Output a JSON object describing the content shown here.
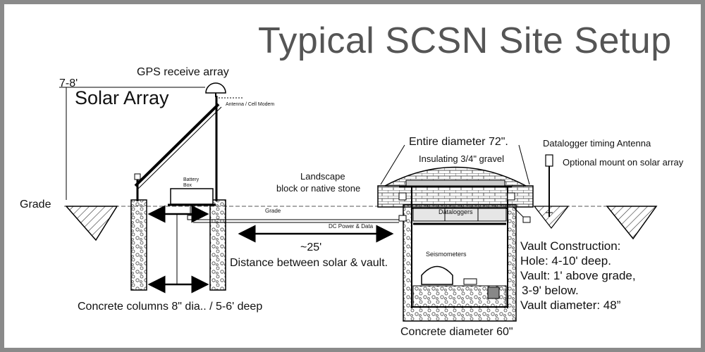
{
  "title": "Typical SCSN Site Setup",
  "labels": {
    "gps": "GPS receive array",
    "height": "7-8'",
    "solar_array": "Solar Array",
    "antenna_modem": "Antenna / Cell Modem",
    "battery_box": "Battery Box",
    "grade": "Grade",
    "grade_small": "Grade",
    "dc_power": "DC Power & Data",
    "distance_value": "~25'",
    "distance_text": "Distance between solar & vault.",
    "columns": "Concrete columns 8\" dia.. /  5-6' deep",
    "landscape_1": "Landscape",
    "landscape_2": "block or native stone",
    "entire_diameter": "Entire diameter 72\".",
    "gravel": "Insulating 3/4\" gravel",
    "dataloggers": "Dataloggers",
    "seismometers": "Seismometers",
    "concrete_diameter": "Concrete diameter 60\"",
    "timing_antenna": "Datalogger timing Antenna",
    "optional_mount": "Optional mount on solar array"
  },
  "vault_construction": [
    "Vault Construction:",
    "Hole: 4-10' deep.",
    "Vault: 1' above grade,",
    "3-9' below.",
    "Vault diameter: 48”"
  ]
}
